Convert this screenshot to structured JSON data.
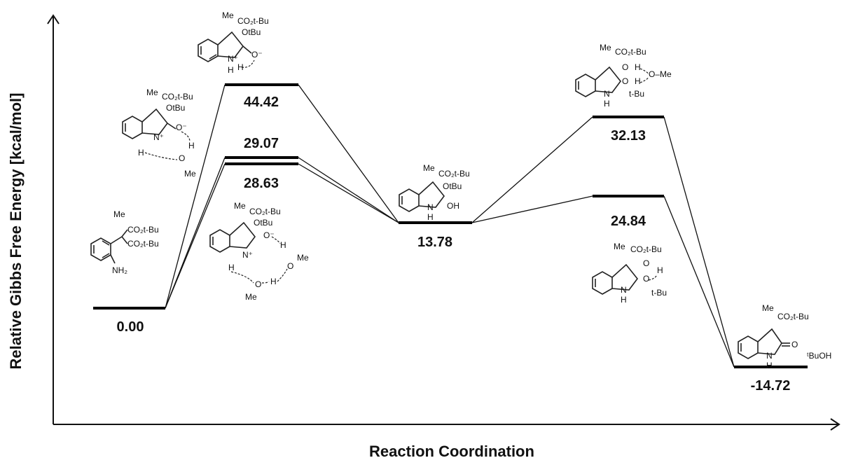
{
  "diagram": {
    "y_axis_title": "Relative Gibbs Free Energy [kcal/mol]",
    "x_axis_title": "Reaction Coordination",
    "levels": [
      {
        "id": "reactant",
        "label": "0.00",
        "energy": 0.0
      },
      {
        "id": "ts1-direct",
        "label": "44.42",
        "energy": 44.42
      },
      {
        "id": "ts1-methanol",
        "label": "29.07",
        "energy": 29.07
      },
      {
        "id": "ts1-two-methanol",
        "label": "28.63",
        "energy": 28.63
      },
      {
        "id": "intermediate",
        "label": "13.78",
        "energy": 13.78
      },
      {
        "id": "ts2-methanol",
        "label": "32.13",
        "energy": 32.13
      },
      {
        "id": "ts2-direct",
        "label": "24.84",
        "energy": 24.84
      },
      {
        "id": "product",
        "label": "-14.72",
        "energy": -14.72
      }
    ],
    "structure_labels": {
      "me": "Me",
      "co2tbu": "CO₂t-Bu",
      "otbu": "OtBu",
      "oh": "OH",
      "nh2": "NH₂",
      "tbuoh": "ᵗBuOH",
      "tbu": "t-Bu",
      "ome": "O–Me",
      "n": "N",
      "nplus": "N⁺",
      "h": "H",
      "o": "O",
      "ominus": "O⁻"
    }
  }
}
